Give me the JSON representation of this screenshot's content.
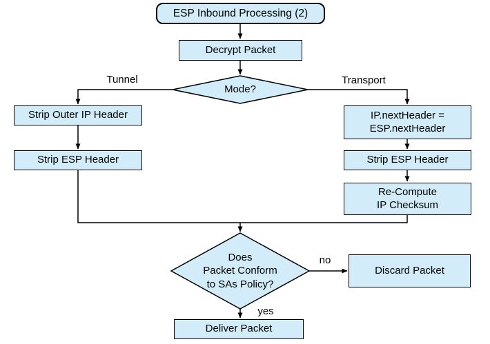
{
  "colors": {
    "canvas_bg": "#ffffff",
    "node_fill": "#d2ecfa",
    "node_border": "#000000",
    "line": "#000000"
  },
  "nodes": {
    "title": {
      "label": "ESP Inbound Processing (2)"
    },
    "decrypt": {
      "label": "Decrypt Packet"
    },
    "mode": {
      "label": "Mode?"
    },
    "strip_outer": {
      "label": "Strip Outer IP Header"
    },
    "strip_esp_left": {
      "label": "Strip ESP Header"
    },
    "ip_next": {
      "label": "IP.nextHeader =\nESP.nextHeader"
    },
    "strip_esp_right": {
      "label": "Strip ESP Header"
    },
    "recompute": {
      "label": "Re-Compute\nIP Checksum"
    },
    "sa_policy": {
      "label": "Does\nPacket Conform\nto SAs Policy?"
    },
    "discard": {
      "label": "Discard Packet"
    },
    "deliver": {
      "label": "Deliver Packet"
    }
  },
  "edge_labels": {
    "tunnel": "Tunnel",
    "transport": "Transport",
    "no": "no",
    "yes": "yes"
  }
}
